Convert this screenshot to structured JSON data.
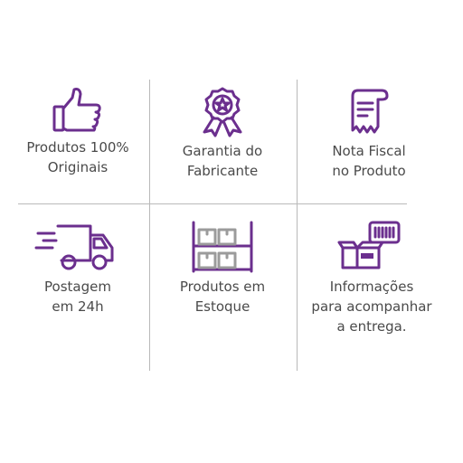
{
  "features": [
    {
      "icon": "thumbs-up-icon",
      "lines": [
        "Produtos 100%",
        "Originais"
      ]
    },
    {
      "icon": "award-ribbon-icon",
      "lines": [
        "Garantia do",
        "Fabricante"
      ]
    },
    {
      "icon": "receipt-icon",
      "lines": [
        "Nota Fiscal",
        "no Produto"
      ]
    },
    {
      "icon": "delivery-truck-icon",
      "lines": [
        "Postagem",
        "em 24h"
      ]
    },
    {
      "icon": "warehouse-shelf-icon",
      "lines": [
        "Produtos em",
        "Estoque"
      ]
    },
    {
      "icon": "package-barcode-icon",
      "lines": [
        "Informações",
        "para acompanhar",
        "a entrega."
      ]
    }
  ],
  "colors": {
    "accent": "#6b2f8e",
    "secondary": "#9b9b9b",
    "text": "#4a4a4a",
    "divider": "#b9b9b9"
  }
}
